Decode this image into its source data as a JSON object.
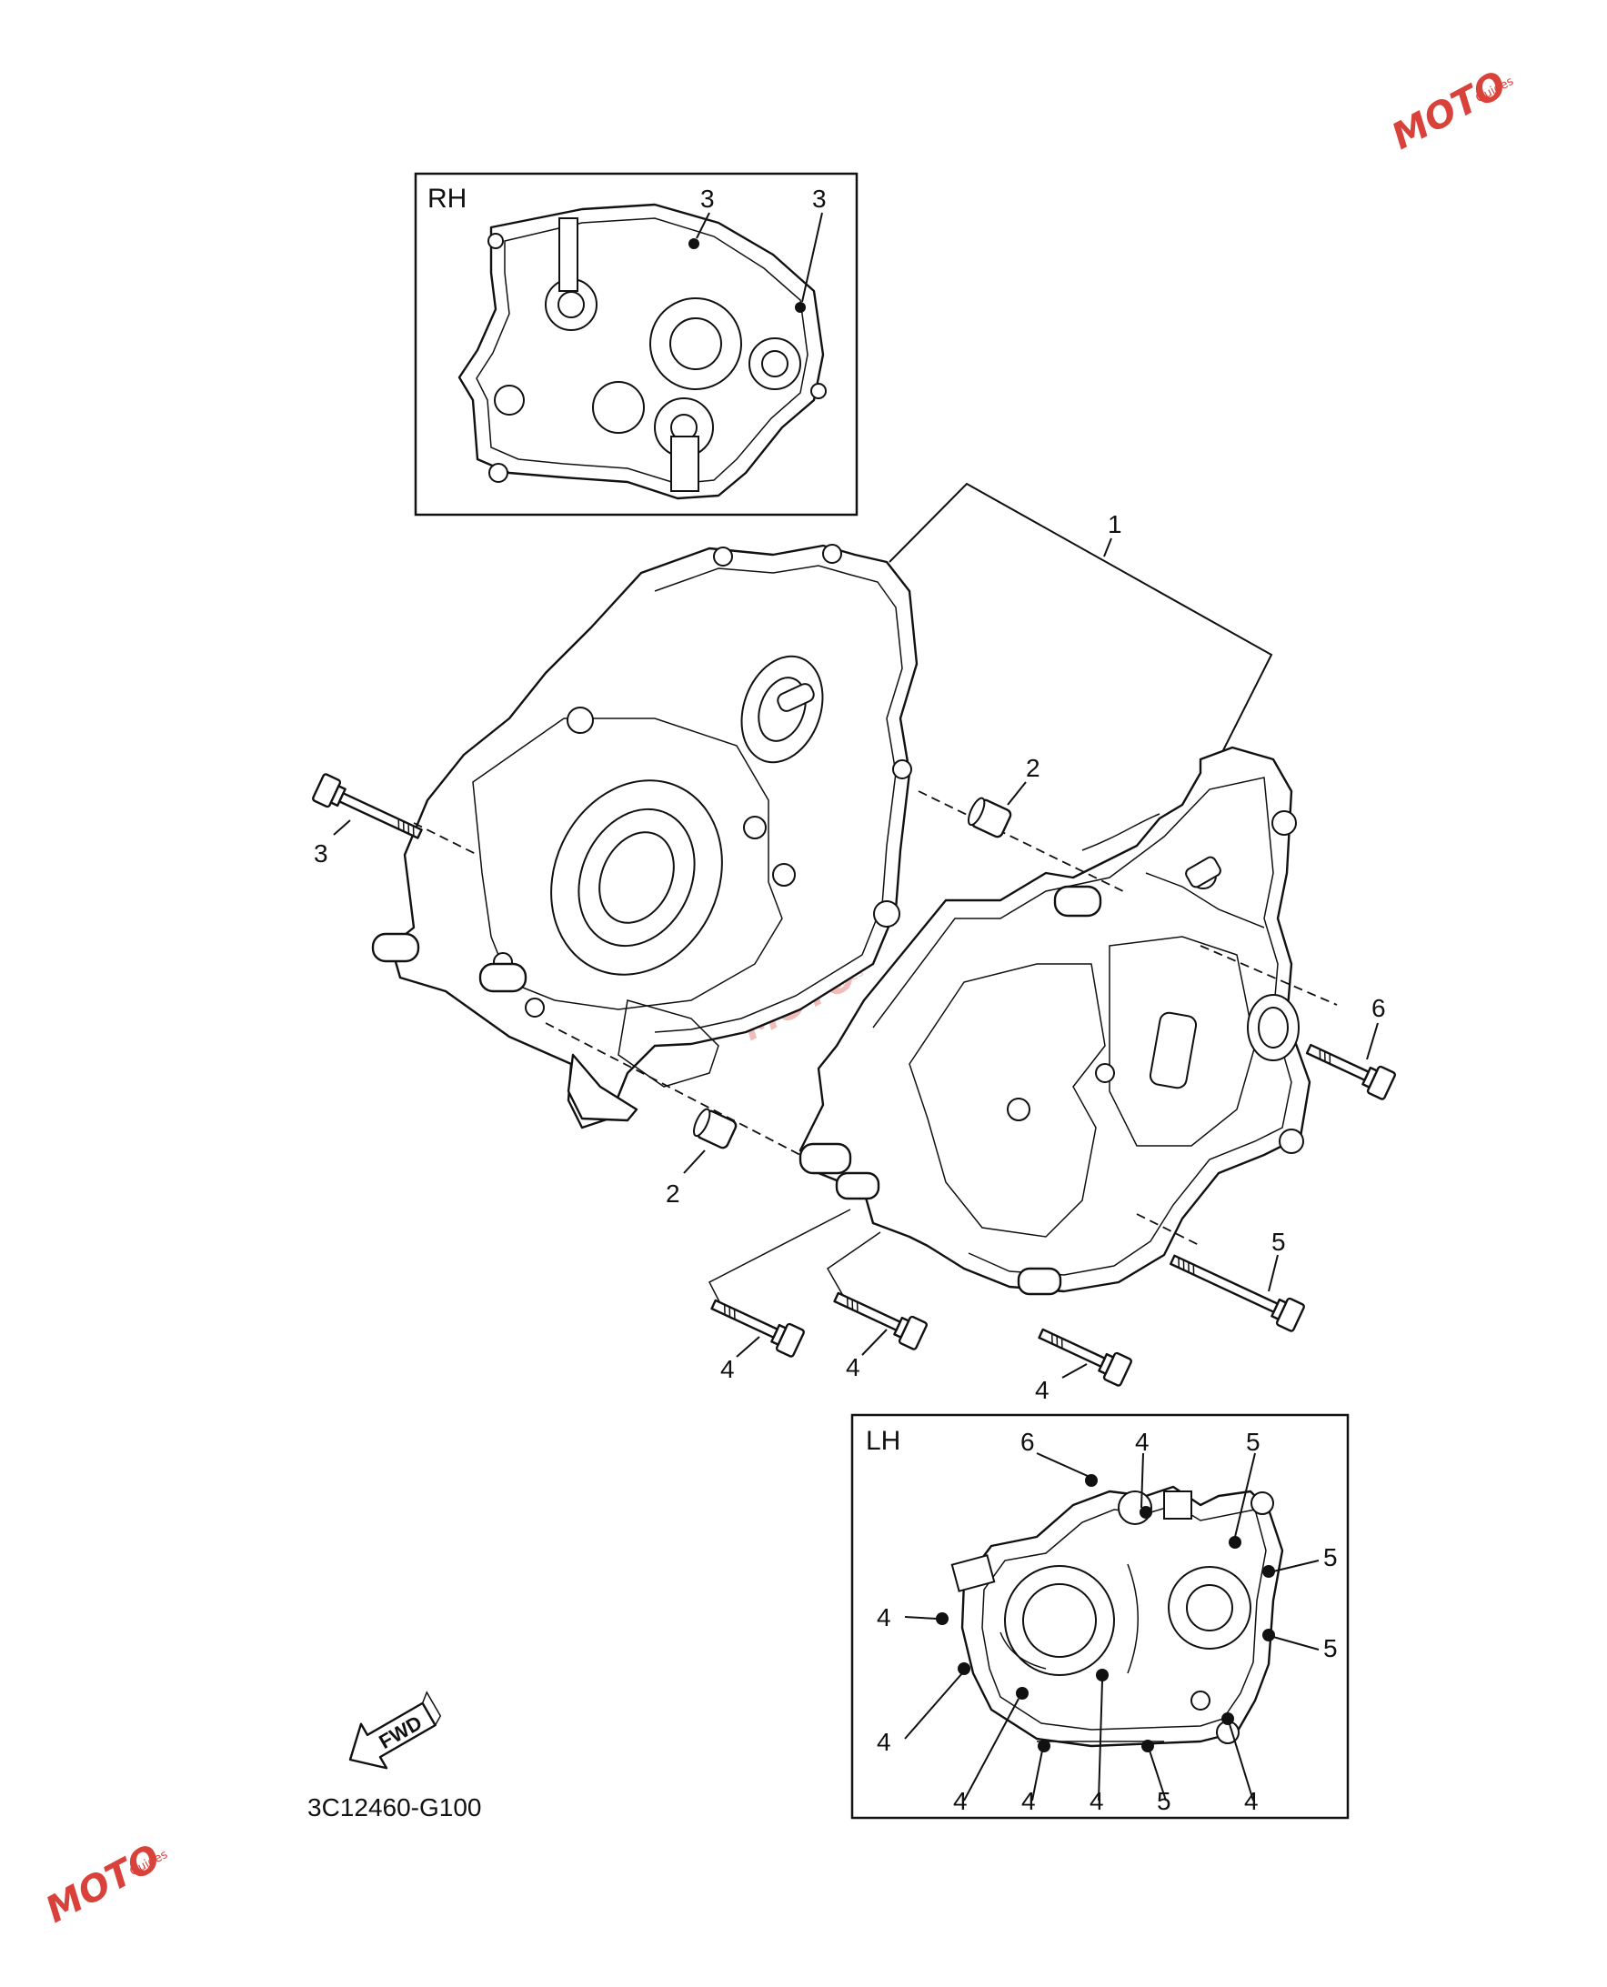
{
  "diagram_code": "3C12460-G100",
  "watermark": {
    "brand": "MOTO",
    "tagline": "Guides",
    "color": "#d9423a"
  },
  "inset_rh": {
    "title": "RH",
    "callouts": [
      "3",
      "3"
    ]
  },
  "inset_lh": {
    "title": "LH",
    "callouts": [
      "6",
      "4",
      "5",
      "5",
      "5",
      "4",
      "4",
      "4",
      "4",
      "4",
      "5",
      "4"
    ]
  },
  "main_callouts": {
    "crankcase": "1",
    "dowel_upper": "2",
    "dowel_lower": "2",
    "bolt_left": "3",
    "bolt_a": "4",
    "bolt_b": "4",
    "bolt_c": "4",
    "bolt_long_right": "5",
    "bolt_right": "6"
  },
  "fwd_arrow": {
    "label": "FWD"
  }
}
